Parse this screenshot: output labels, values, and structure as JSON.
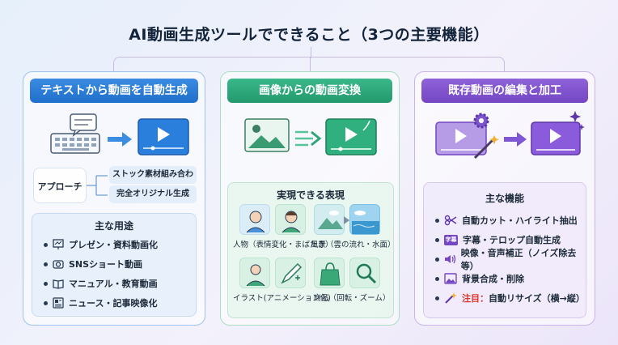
{
  "title": "AI動画生成ツールでできること（3つの主要機能）",
  "colors": {
    "blue": "#1f6fcc",
    "green": "#22996d",
    "purple": "#7446c4",
    "highlight": "#e0332b"
  },
  "panel1": {
    "title": "テキストから動画を自動生成",
    "approach_label": "アプローチ",
    "approaches": [
      "ストック素材組み合わせ",
      "完全オリジナル生成"
    ],
    "uses_title": "主な用途",
    "uses": [
      {
        "icon": "presentation-icon",
        "label": "プレゼン・資料動画化"
      },
      {
        "icon": "camera-icon",
        "label": "SNSショート動画"
      },
      {
        "icon": "book-icon",
        "label": "マニュアル・教育動画"
      },
      {
        "icon": "news-icon",
        "label": "ニュース・記事映像化"
      }
    ]
  },
  "panel2": {
    "title": "画像からの動画変換",
    "expr_title": "実現できる表現",
    "captions": [
      "人物（表情変化・まばたき）",
      "風景（雲の流れ・水面）",
      "イラスト(アニメーション化)",
      "商品（回転・ズーム）"
    ]
  },
  "panel3": {
    "title": "既存動画の編集と加工",
    "features_title": "主な機能",
    "features": [
      {
        "icon": "scissors-icon",
        "label": "自動カット・ハイライト抽出"
      },
      {
        "icon": "subtitle-icon",
        "label": "字幕・テロップ自動生成"
      },
      {
        "icon": "speaker-icon",
        "label": "映像・音声補正（ノイズ除去等）"
      },
      {
        "icon": "image-icon",
        "label": "背景合成・削除"
      }
    ],
    "note_label": "注目：",
    "note_text": "自動リサイズ（横→縦）",
    "subtitle_icon_text": "字幕"
  }
}
